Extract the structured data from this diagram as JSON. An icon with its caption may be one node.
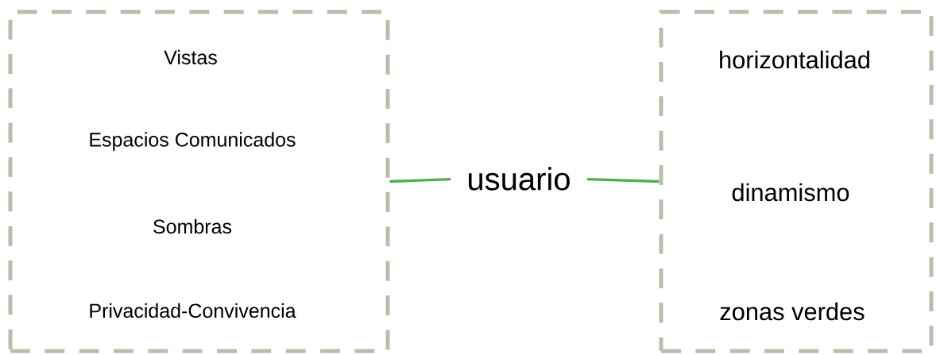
{
  "diagram": {
    "nodes": [
      {
        "text": [
          "Vistas",
          "Espacios Comunicados",
          "Sombras",
          "Privacidad-Convivencia"
        ]
      },
      {
        "text": [
          "horizontalidad",
          "dinamismo",
          "zonas verdes"
        ]
      },
      {
        "text": [
          "usuario"
        ]
      }
    ],
    "edges": [
      {
        "from": 0,
        "to": 2,
        "arrow": "none",
        "color": "#4caf50"
      },
      {
        "from": 2,
        "to": 1,
        "arrow": "none",
        "color": "#4caf50"
      }
    ]
  }
}
